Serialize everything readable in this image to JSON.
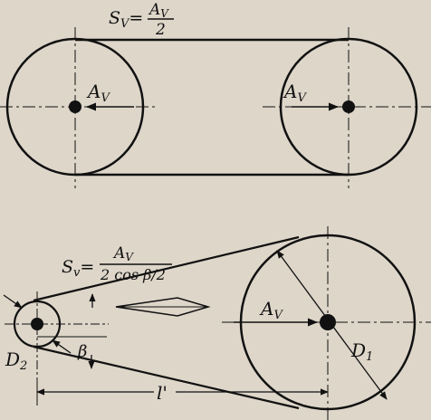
{
  "colors": {
    "paper": "#ddd6c9",
    "ink": "#111111"
  },
  "top": {
    "force_label": "S",
    "force_label_sub": "V",
    "force_num": "A",
    "force_num_sub": "V",
    "force_den": "2",
    "left_label": "A",
    "left_label_sub": "V",
    "right_label": "A",
    "right_label_sub": "V"
  },
  "bottom": {
    "force_label": "S",
    "force_label_sub": "v",
    "force_num": "A",
    "force_num_sub": "V",
    "force_den": "2 cos β/2",
    "large_label": "A",
    "large_label_sub": "V",
    "beta": "β",
    "d_small": "D",
    "d_small_sub": "2",
    "d_large": "D",
    "d_large_sub": "1",
    "distance": "l'"
  }
}
